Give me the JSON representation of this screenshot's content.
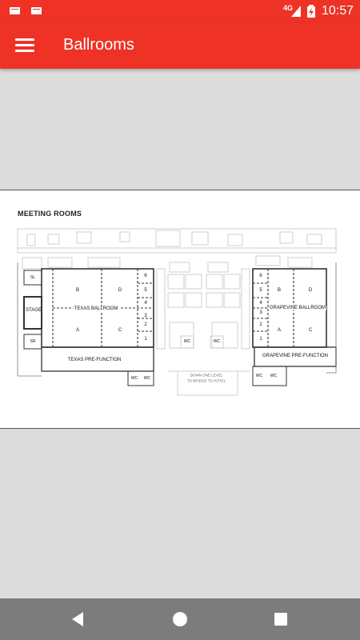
{
  "status_bar": {
    "network": "4G",
    "time": "10:57"
  },
  "app_bar": {
    "title": "Ballrooms"
  },
  "map": {
    "heading": "MEETING ROOMS",
    "labels": {
      "sl": "SL",
      "sr": "SR",
      "stage": "STAGE",
      "texas_ballroom": "TEXAS BALLROOM",
      "texas_prefunction": "TEXAS PRE-FUNCTION",
      "grapevine_ballroom": "GRAPEVINE BALLROOM",
      "grapevine_prefunction": "GRAPEVINE PRE-FUNCTION",
      "section_a": "A",
      "section_b": "B",
      "section_c": "C",
      "section_d": "D",
      "room_1": "1",
      "room_2": "2",
      "room_3": "3",
      "room_4": "4",
      "room_5": "5",
      "room_6": "6",
      "wc": "WC",
      "down_level_line1": "DOWN ONE LEVEL",
      "down_level_line2": "TO BRIDGE TO HOTEL"
    }
  },
  "icons": {
    "menu": "hamburger-menu-icon",
    "back": "back-triangle-icon",
    "home": "home-circle-icon",
    "recent": "recent-apps-square-icon"
  },
  "colors": {
    "brand_red": "#ee3226",
    "background": "#dcdcdc",
    "nav_bar": "#7c7c7c"
  }
}
